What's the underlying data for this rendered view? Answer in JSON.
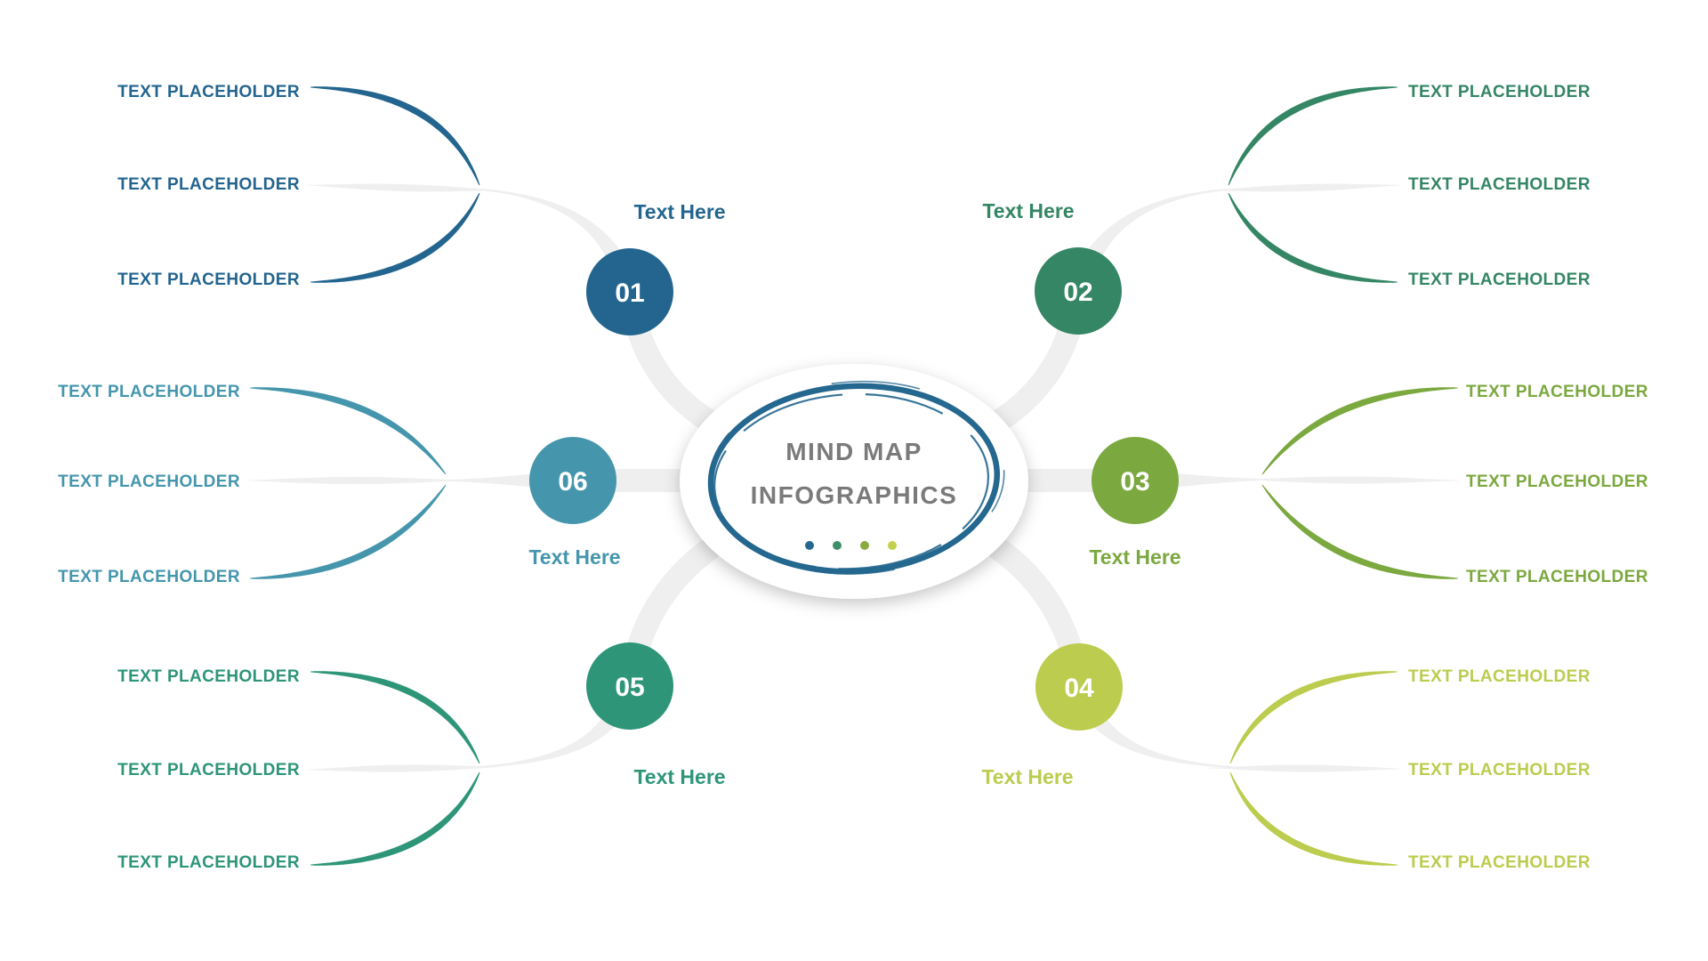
{
  "infographic": {
    "title_line1": "MIND MAP",
    "title_line2": "INFOGRAPHICS",
    "title_color": "#7A7A7A",
    "background_color": "#FFFFFF",
    "connector_color": "#EFEFEF",
    "ring_color": "#24678F",
    "number_text_color": "#FFFFFF",
    "center_dots": [
      "#24678F",
      "#3D8F68",
      "#8AAB3F",
      "#C3D04A"
    ],
    "nodes": [
      {
        "number": "01",
        "label": "Text Here",
        "color": "#23658F",
        "placeholders": [
          "TEXT PLACEHOLDER",
          "TEXT PLACEHOLDER",
          "TEXT PLACEHOLDER"
        ]
      },
      {
        "number": "02",
        "label": "Text Here",
        "color": "#348665",
        "placeholders": [
          "TEXT PLACEHOLDER",
          "TEXT PLACEHOLDER",
          "TEXT PLACEHOLDER"
        ]
      },
      {
        "number": "03",
        "label": "Text Here",
        "color": "#7BA83F",
        "placeholders": [
          "TEXT PLACEHOLDER",
          "TEXT PLACEHOLDER",
          "TEXT PLACEHOLDER"
        ]
      },
      {
        "number": "04",
        "label": "Text Here",
        "color": "#BCCC4E",
        "placeholders": [
          "TEXT PLACEHOLDER",
          "TEXT PLACEHOLDER",
          "TEXT PLACEHOLDER"
        ]
      },
      {
        "number": "05",
        "label": "Text Here",
        "color": "#2E9579",
        "placeholders": [
          "TEXT PLACEHOLDER",
          "TEXT PLACEHOLDER",
          "TEXT PLACEHOLDER"
        ]
      },
      {
        "number": "06",
        "label": "Text Here",
        "color": "#4596AD",
        "placeholders": [
          "TEXT PLACEHOLDER",
          "TEXT PLACEHOLDER",
          "TEXT PLACEHOLDER"
        ]
      }
    ]
  }
}
